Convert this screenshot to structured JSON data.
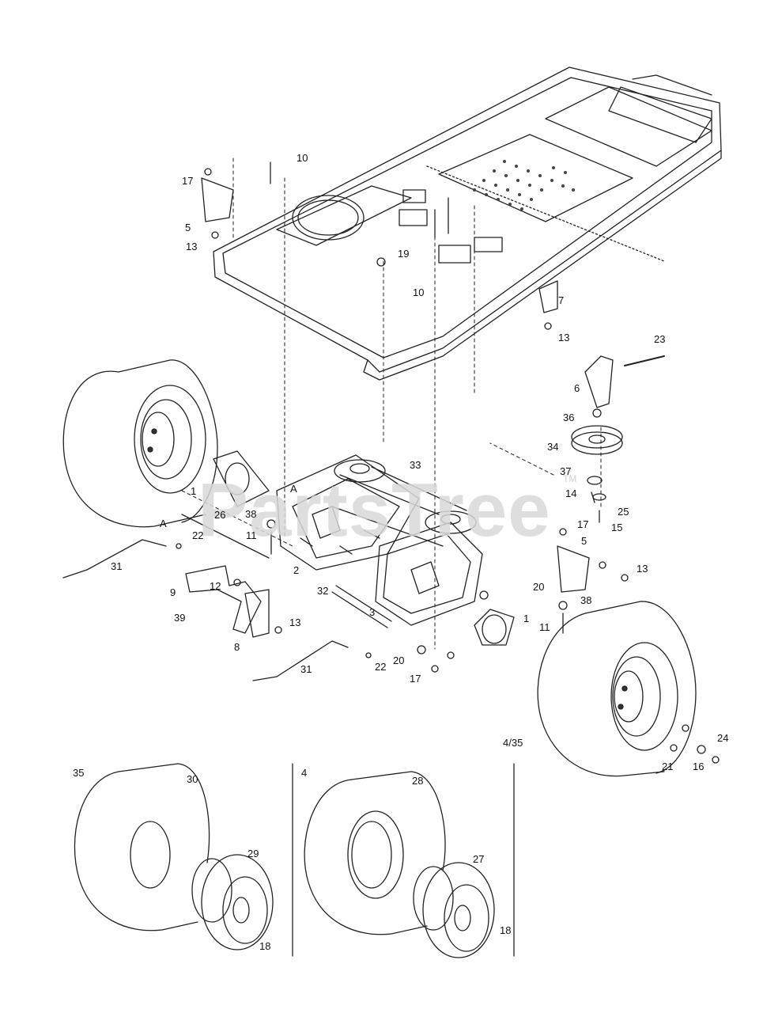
{
  "watermark": {
    "text": "PartsTree",
    "tm": "TM"
  },
  "callouts": {
    "c10a": "10",
    "c17a": "17",
    "c5a": "5",
    "c13a": "13",
    "c19": "19",
    "c10b": "10",
    "c7": "7",
    "c13b": "13",
    "c23": "23",
    "c6": "6",
    "c36": "36",
    "c34": "34",
    "c37": "37",
    "c14": "14",
    "c25": "25",
    "c15": "15",
    "c33": "33",
    "c1a": "1",
    "cA1": "A",
    "c38a": "38",
    "c11a": "11",
    "c2": "2",
    "cA2": "A",
    "c26": "26",
    "c22a": "22",
    "c31a": "31",
    "c9": "9",
    "c12": "12",
    "c39": "39",
    "c8": "8",
    "c13c": "13",
    "c17b": "17",
    "c5b": "5",
    "c13d": "13",
    "c20a": "20",
    "c3": "3",
    "c32": "32",
    "c38b": "38",
    "c1b": "1",
    "c11b": "11",
    "c20b": "20",
    "c17c": "17",
    "c31b": "31",
    "c22b": "22",
    "c435": "4/35",
    "c24": "24",
    "c21": "21",
    "c16": "16",
    "c35": "35",
    "c30": "30",
    "c29": "29",
    "c18a": "18",
    "c4": "4",
    "c28": "28",
    "c27": "27",
    "c18b": "18"
  }
}
